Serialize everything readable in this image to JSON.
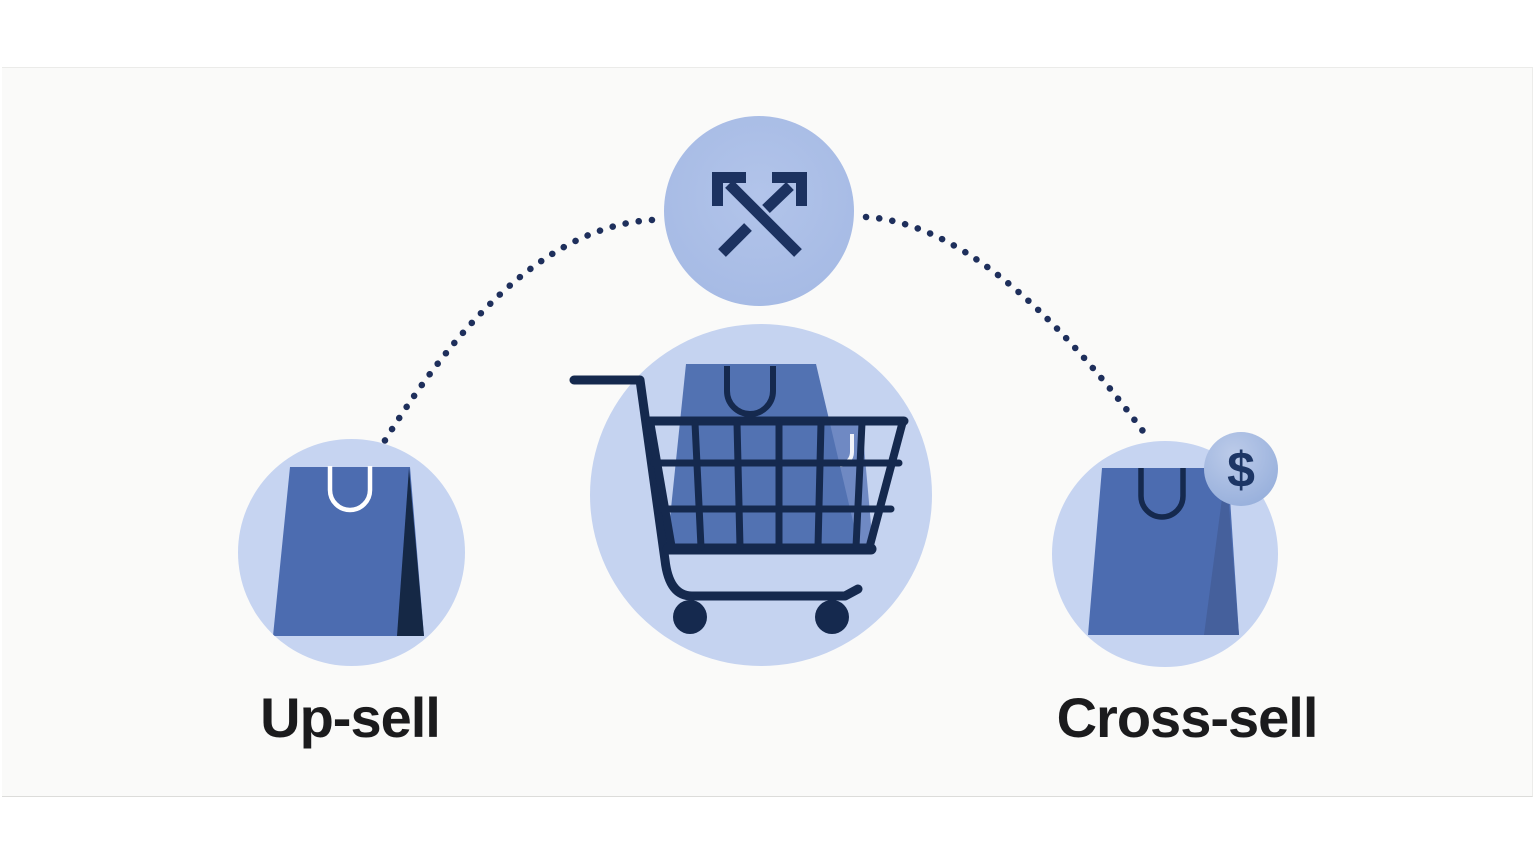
{
  "labels": {
    "upsell": "Up-sell",
    "crosssell": "Cross-sell",
    "dollar_sign": "$"
  },
  "icons": {
    "top_node": "crossed-arrows-icon",
    "center_node": "shopping-cart-icon",
    "cart_contents": "shopping-bag-in-cart-icon",
    "left_node": "shopping-bag-icon",
    "right_node": "shopping-bag-icon",
    "right_badge": "dollar-badge-icon",
    "connectors": "dotted-arc-connector"
  },
  "colors": {
    "canvas_bg": "#fafaf9",
    "node_circle": "#a9bde6",
    "light_circle": "#c6d4f1",
    "center_circle": "#c5d3f0",
    "bag_blue": "#4c6cb0",
    "bag_blue_cart": "#5272b2",
    "bag_blue_light": "#6f89c3",
    "bag_shadow_dark": "#152845",
    "bag_shadow_mid": "#45609c",
    "line_navy": "#15294e",
    "arrow_navy": "#1c3260",
    "dot_navy": "#1e2f5c",
    "badge_blue": "#a3b7e0",
    "dollar_navy": "#1d3665",
    "text_dark": "#1b1b1d"
  }
}
